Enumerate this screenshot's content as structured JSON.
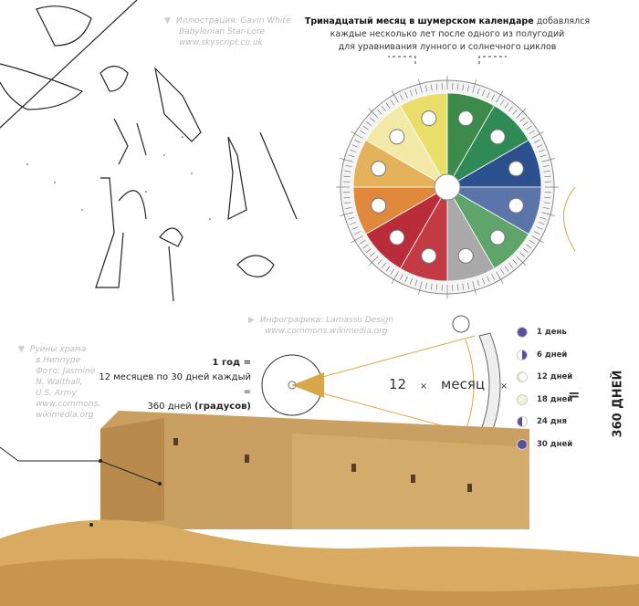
{
  "credits": {
    "illustration": [
      "Иллюстрация: Gavin White",
      "Babylonian Star-Lore",
      "www.skyscript.co.uk"
    ],
    "infographic": [
      "Инфографика: Lamassu Design",
      "www.commons.wikimedia.org"
    ],
    "photo": [
      "Руины храма",
      "в Ниппуре",
      "Фото: Jasmine",
      "N. Walthall,",
      "U.S. Army",
      "www.commons.",
      "wikimedia.org"
    ]
  },
  "title": {
    "bold": "Тринадцатый месяц в шумерском календаре",
    "rest": " добавлялся",
    "line2": "каждые несколько лет после одного из полугодий",
    "line3": "для уравнивания лунного и солнечного циклов"
  },
  "year": {
    "line1": "1 год =",
    "line2": "12 месяцев по 30 дней каждый =",
    "line3a": "360 дней ",
    "line3b": "(градусов)"
  },
  "formula": {
    "count": "12",
    "times1": "×",
    "month": "месяц",
    "times2": "×"
  },
  "moon_phases": [
    {
      "label": "1 день",
      "phase": "new"
    },
    {
      "label": "6 дней",
      "phase": "crescent"
    },
    {
      "label": "12 дней",
      "phase": "first-quarter"
    },
    {
      "label": "18 дней",
      "phase": "full"
    },
    {
      "label": "24 дня",
      "phase": "last-quarter"
    },
    {
      "label": "30 дней",
      "phase": "new"
    }
  ],
  "equals": "=",
  "total": "360 ДНЕЙ",
  "colors": {
    "moon": "#5b4e9c",
    "accent": "#d9a74a",
    "wheel": [
      "#3d8b4a",
      "#2f8a55",
      "#2c4f8d",
      "#5b74aa",
      "#5fa46b",
      "#a9a9a9",
      "#c23a43",
      "#b92d3a",
      "#e0893d",
      "#e3b25a",
      "#f3e9a6",
      "#e9de6a"
    ]
  }
}
